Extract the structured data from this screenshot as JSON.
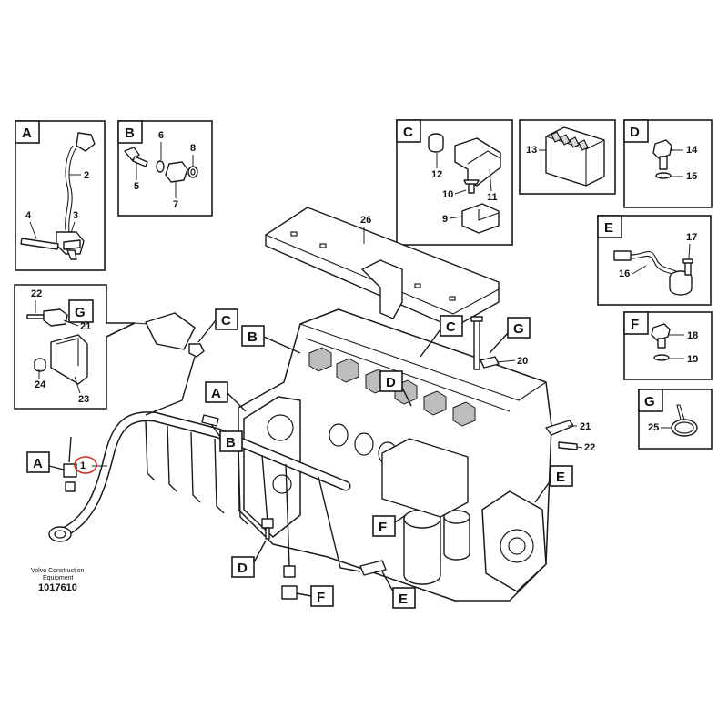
{
  "panels": {
    "A": {
      "tag": "A",
      "numbers": [
        "2",
        "4",
        "3"
      ]
    },
    "B": {
      "tag": "B",
      "numbers": [
        "6",
        "8",
        "5",
        "7"
      ]
    },
    "C": {
      "tag": "C",
      "numbers": [
        "12",
        "11",
        "10",
        "9"
      ]
    },
    "C13": {
      "numbers": [
        "13"
      ]
    },
    "D": {
      "tag": "D",
      "numbers": [
        "14",
        "15"
      ]
    },
    "E": {
      "tag": "E",
      "numbers": [
        "17",
        "16"
      ]
    },
    "F": {
      "tag": "F",
      "numbers": [
        "18",
        "19"
      ]
    },
    "G": {
      "tag": "G",
      "numbers": [
        "25"
      ]
    },
    "bracket": {
      "numbers": [
        "22",
        "21",
        "24",
        "23"
      ],
      "sub_tag": "G"
    }
  },
  "main": {
    "callouts": [
      "C",
      "B",
      "A",
      "B",
      "C",
      "G",
      "D",
      "A",
      "F",
      "D",
      "F",
      "E",
      "E"
    ],
    "numbers": {
      "n26": "26",
      "n20": "20",
      "n21": "21",
      "n22": "22",
      "n1": "1"
    }
  },
  "footer": {
    "credit_line1": "Volvo Construction",
    "credit_line2": "Equipment",
    "doc_number": "1017610"
  },
  "colors": {
    "line": "#1a1a1a",
    "highlight": "#d62b1f",
    "background": "#ffffff"
  }
}
